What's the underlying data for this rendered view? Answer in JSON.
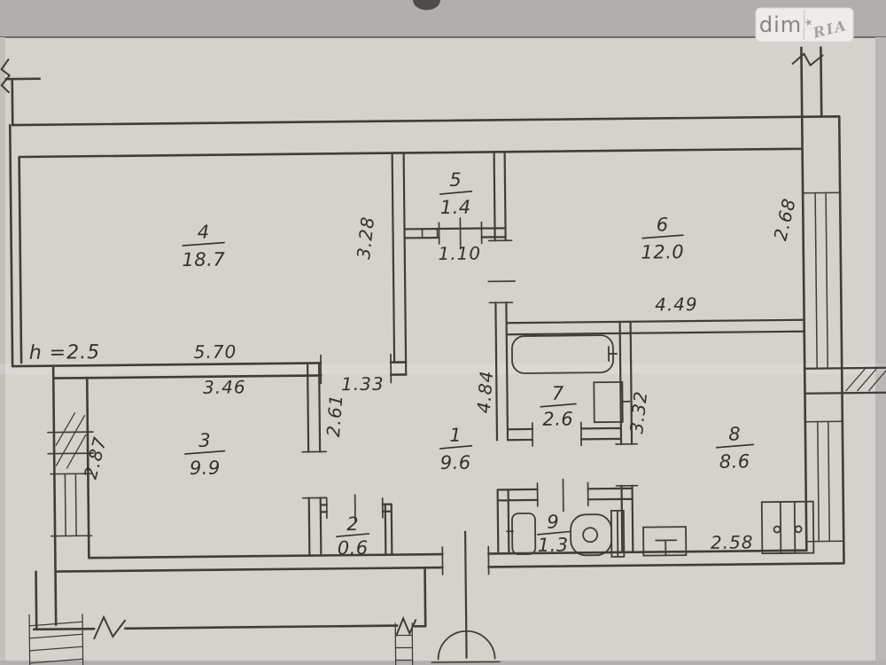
{
  "watermark": {
    "brand_left": "dim",
    "brand_right": "RIA",
    "star": "★"
  },
  "plan": {
    "height_label": "h =2.5",
    "rooms": [
      {
        "number": "4",
        "area": "18.7"
      },
      {
        "number": "5",
        "area": "1.4"
      },
      {
        "number": "6",
        "area": "12.0"
      },
      {
        "number": "3",
        "area": "9.9"
      },
      {
        "number": "1",
        "area": "9.6"
      },
      {
        "number": "7",
        "area": "2.6"
      },
      {
        "number": "8",
        "area": "8.6"
      },
      {
        "number": "2",
        "area": "0.6"
      },
      {
        "number": "9",
        "area": "1.3"
      }
    ],
    "dims": {
      "w570": "5.70",
      "w346": "3.46",
      "w133": "1.33",
      "w110": "1.10",
      "w449": "4.49",
      "w258": "2.58",
      "h328": "3.28",
      "h261": "2.61",
      "h287": "2.87",
      "h484": "4.84",
      "h332": "3.32",
      "h268": "2.68"
    }
  }
}
